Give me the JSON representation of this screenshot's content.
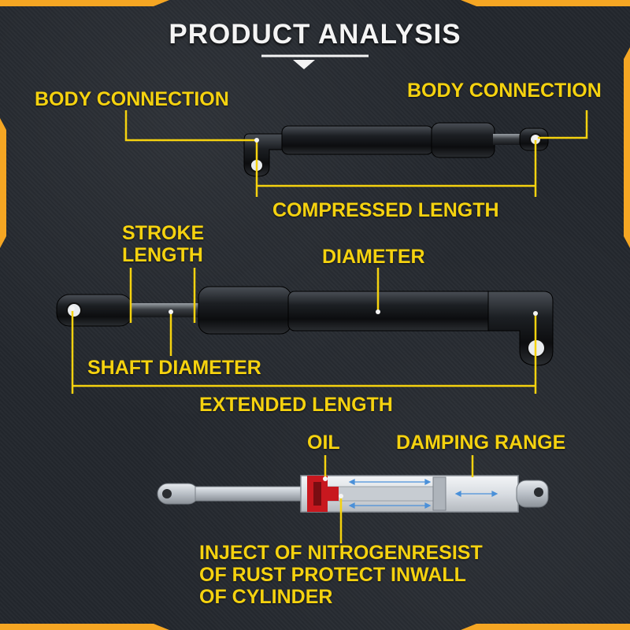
{
  "title": "PRODUCT ANALYSIS",
  "labels": {
    "body_connection_left": "BODY CONNECTION",
    "body_connection_right": "BODY CONNECTION",
    "compressed_length": "COMPRESSED LENGTH",
    "stroke_length_line1": "STROKE",
    "stroke_length_line2": "LENGTH",
    "diameter": "DIAMETER",
    "shaft_diameter": "SHAFT DIAMETER",
    "extended_length": "EXTENDED LENGTH",
    "oil": "OIL",
    "damping_range": "DAMPING RANGE",
    "nitrogen_line1": "INJECT OF NITROGENRESIST",
    "nitrogen_line2": "OF RUST PROTECT INWALL",
    "nitrogen_line3": "OF CYLINDER"
  },
  "colors": {
    "accent_yellow": "#f5d20f",
    "corner_orange": "#f5a623",
    "oil_red": "#c8181f",
    "title_white": "#f4f4f4"
  }
}
